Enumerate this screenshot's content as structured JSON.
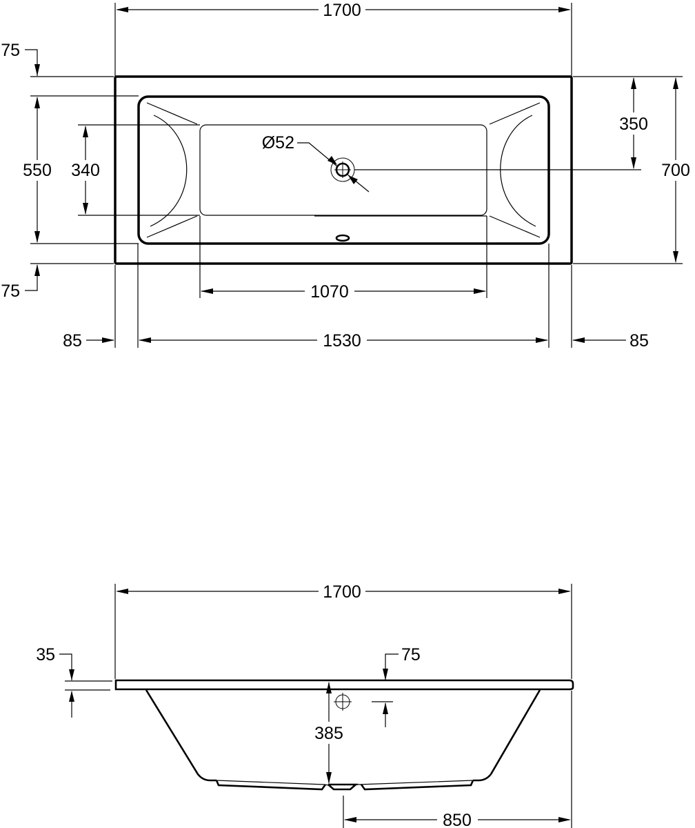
{
  "drawing": {
    "title": "Rectangular bathtub dimension drawing",
    "units": "mm",
    "line_color": "#000000",
    "background": "#ffffff"
  },
  "top_view": {
    "overall_length": "1700",
    "overall_width": "700",
    "inner_width": "550",
    "top_rim": "75",
    "bottom_rim": "75",
    "floor_width": "340",
    "drain_offset": "350",
    "waste_diameter": "Ø52",
    "floor_length": "1070",
    "inner_length": "1530",
    "left_rim": "85",
    "right_rim": "85"
  },
  "side_view": {
    "overall_length": "1700",
    "rim_thickness": "35",
    "overflow_offset": "75",
    "depth": "385",
    "drain_position": "850"
  }
}
